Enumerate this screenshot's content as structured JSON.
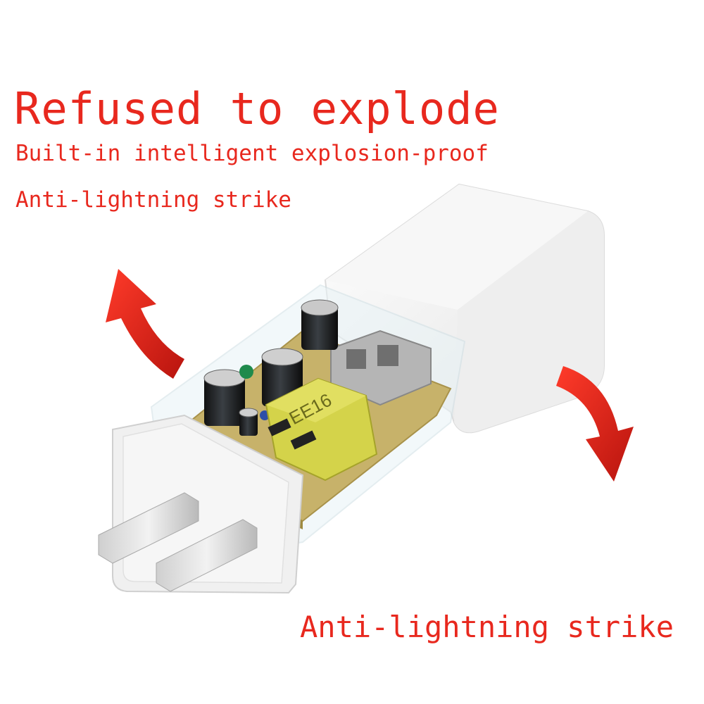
{
  "headline": "Refused to explode",
  "features": [
    "Built-in intelligent explosion-proof",
    "Anti-lightning strike"
  ],
  "bottom_caption": "Anti-lightning strike",
  "transformer_label": "EE16",
  "colors": {
    "text_red": "#e8281e",
    "arrow_red": "#d8261c",
    "pcb": "#c7b26a",
    "transformer": "#d4d34a",
    "casing": "#f4f4f4"
  },
  "icons": [
    "curved-arrow-up-left-icon",
    "curved-arrow-down-right-icon"
  ]
}
